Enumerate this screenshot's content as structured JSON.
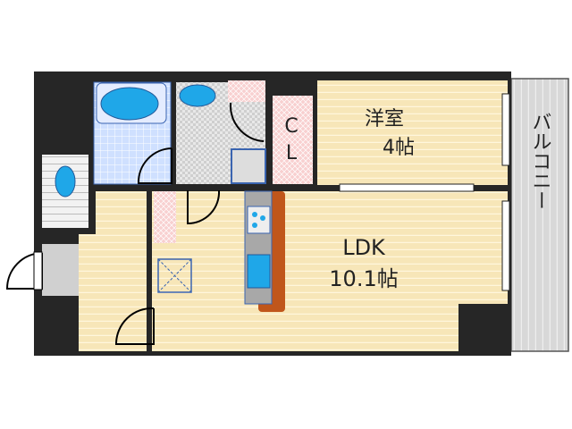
{
  "rooms": {
    "western": {
      "name": "洋室",
      "size": "4帖"
    },
    "closet": {
      "c": "C",
      "l": "L"
    },
    "ldk": {
      "name": "LDK",
      "size": "10.1帖"
    },
    "balcony": {
      "name": "バルコニー"
    }
  },
  "colors": {
    "wall": "#262626",
    "floor": "#f7e6b8",
    "bath": "#cfe0ff",
    "closet": "#f8d0d0",
    "balcony": "#d8d8d8",
    "fixture": "#1fa7e8",
    "counter": "#c0561b"
  }
}
